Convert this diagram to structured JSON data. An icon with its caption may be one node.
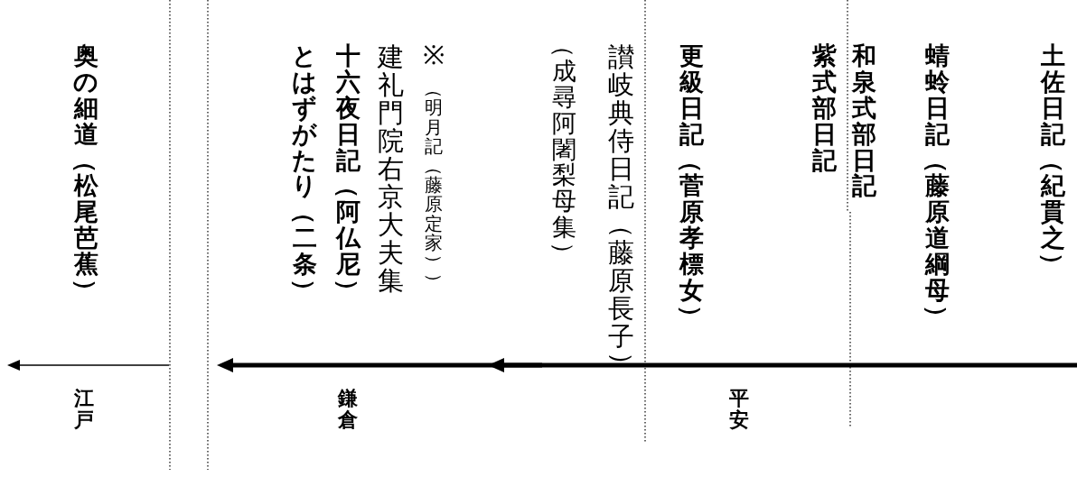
{
  "diagram": {
    "labels": [
      "土佐日記（紀貫之）",
      "蜻蛉日記（藤原道綱母）",
      "和泉式部日記",
      "紫式部日記",
      "更級日記（菅原孝標女）",
      "讃岐典侍日記（藤原長子）",
      "（成尋阿闍梨母集）",
      "※",
      "（明月記（藤原定家））",
      "建礼門院右京大夫集",
      "十六夜日記（阿仏尼）",
      "とはずがたり（二条）",
      "奥の細道（松尾芭蕉）",
      "平安",
      "鎌倉",
      "江戸"
    ]
  }
}
